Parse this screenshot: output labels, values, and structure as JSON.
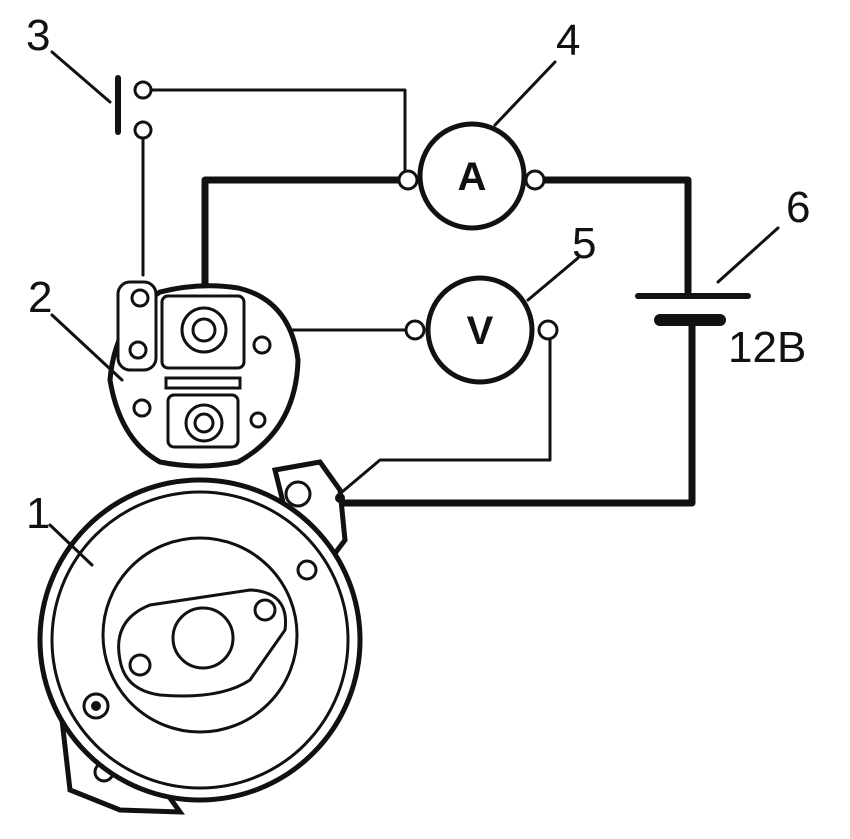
{
  "labels": {
    "starter": "1",
    "solenoid": "2",
    "switch": "3",
    "ammeter": "4",
    "voltmeter": "5",
    "battery": "6"
  },
  "meters": {
    "ammeter_symbol": "A",
    "voltmeter_symbol": "V"
  },
  "battery": {
    "voltage": "12B"
  }
}
